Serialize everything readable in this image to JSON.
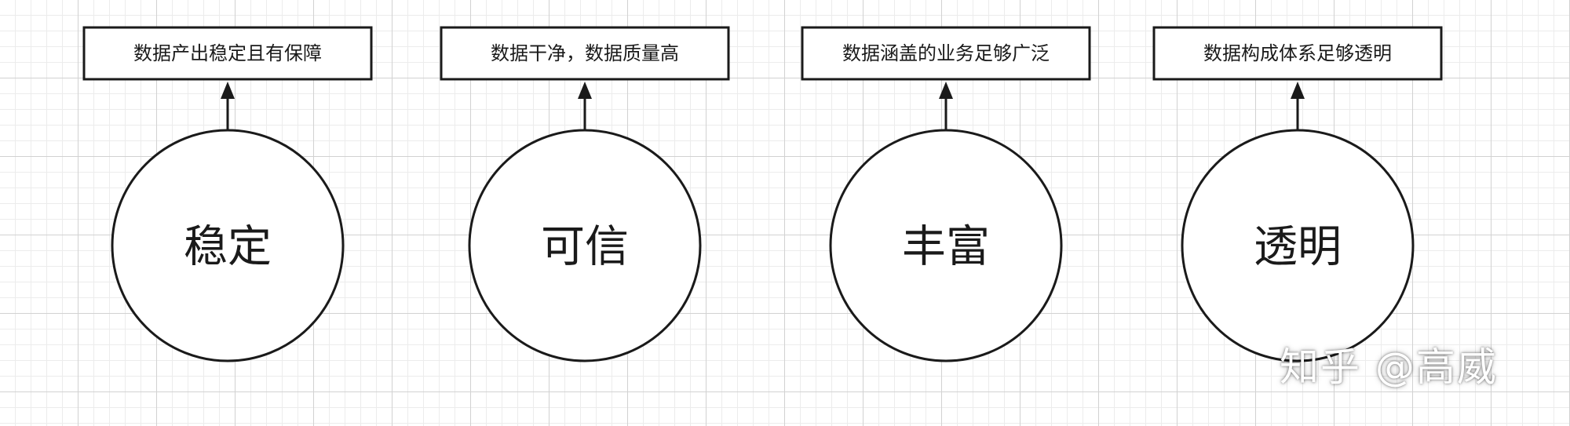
{
  "colors": {
    "stroke": "#1a1a1a",
    "background": "#ffffff",
    "grid_major": "#d2d2d2",
    "grid_minor": "#ececec"
  },
  "pillars": [
    {
      "name": "稳定",
      "description": "数据产出稳定且有保障"
    },
    {
      "name": "可信",
      "description": "数据干净，数据质量高"
    },
    {
      "name": "丰富",
      "description": "数据涵盖的业务足够广泛"
    },
    {
      "name": "透明",
      "description": "数据构成体系足够透明"
    }
  ],
  "watermark": {
    "text": "知乎 @高威"
  }
}
